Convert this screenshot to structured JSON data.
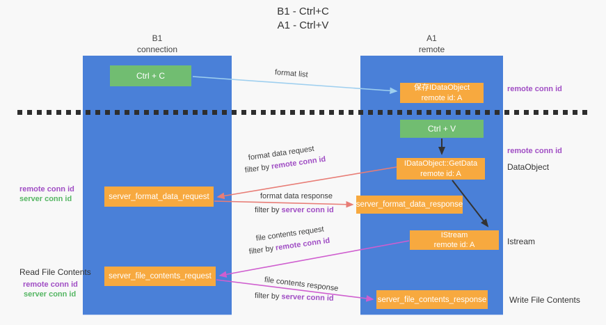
{
  "title": {
    "line1": "B1 - Ctrl+C",
    "line2": "A1 - Ctrl+V"
  },
  "lanes": {
    "left": {
      "name": "B1",
      "role": "connection"
    },
    "right": {
      "name": "A1",
      "role": "remote"
    }
  },
  "boxes": {
    "ctrl_c": "Ctrl + C",
    "ctrl_v": "Ctrl + V",
    "save_dataobject_line1": "保存IDataObject",
    "save_dataobject_line2": "remote id: A",
    "getdata_line1": "IDataObject::GetData",
    "getdata_line2": "remote id: A",
    "istream_line1": "IStream",
    "istream_line2": "remote id: A",
    "server_format_data_request": "server_format_data_request",
    "server_format_data_response": "server_format_data_response",
    "server_file_contents_request": "server_file_contents_request",
    "server_file_contents_response": "server_file_contents_response"
  },
  "arrow_labels": {
    "format_list": "format list",
    "format_data_request": "format data request",
    "format_data_response": "format data response",
    "file_contents_request": "file contents request",
    "file_contents_response": "file contents response",
    "filter_by": "filter by",
    "remote_conn_id": "remote conn id",
    "server_conn_id": "server conn id"
  },
  "side_labels": {
    "remote_conn_id": "remote conn id",
    "server_conn_id": "server conn id",
    "dataobject": "DataObject",
    "istream": "Istream",
    "read_file_contents": "Read File Contents",
    "write_file_contents": "Write File Contents"
  },
  "colors": {
    "lane_blue": "#4a80d8",
    "box_green": "#71bd71",
    "box_orange": "#f7a93f",
    "label_purple": "#a04ec4",
    "label_green": "#55b663",
    "arrow_red": "#e87d76",
    "arrow_magenta": "#cf5ecf",
    "arrow_blue": "#9ecfef",
    "arrow_black": "#333333"
  }
}
